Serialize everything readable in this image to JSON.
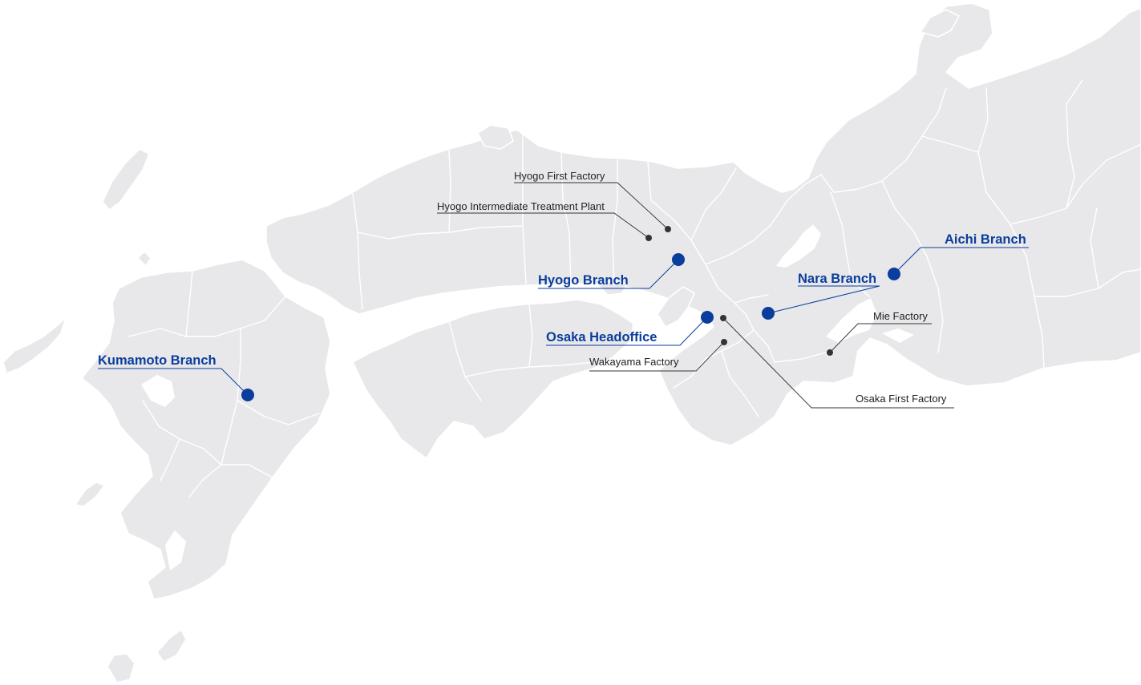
{
  "colors": {
    "branch": "#0a3d9c",
    "factory": "#333333",
    "land": "#e8e8ea",
    "sea": "#ffffff"
  },
  "branches": [
    {
      "id": "kumamoto",
      "label": "Kumamoto Branch"
    },
    {
      "id": "hyogo",
      "label": "Hyogo Branch"
    },
    {
      "id": "osaka",
      "label": "Osaka Headoffice"
    },
    {
      "id": "nara",
      "label": "Nara Branch"
    },
    {
      "id": "aichi",
      "label": "Aichi Branch"
    }
  ],
  "factories": [
    {
      "id": "hyogo-first",
      "label": "Hyogo First Factory"
    },
    {
      "id": "hyogo-intermediate",
      "label": "Hyogo Intermediate Treatment Plant"
    },
    {
      "id": "wakayama",
      "label": "Wakayama Factory"
    },
    {
      "id": "mie",
      "label": "Mie Factory"
    },
    {
      "id": "osaka-first",
      "label": "Osaka First Factory"
    }
  ]
}
